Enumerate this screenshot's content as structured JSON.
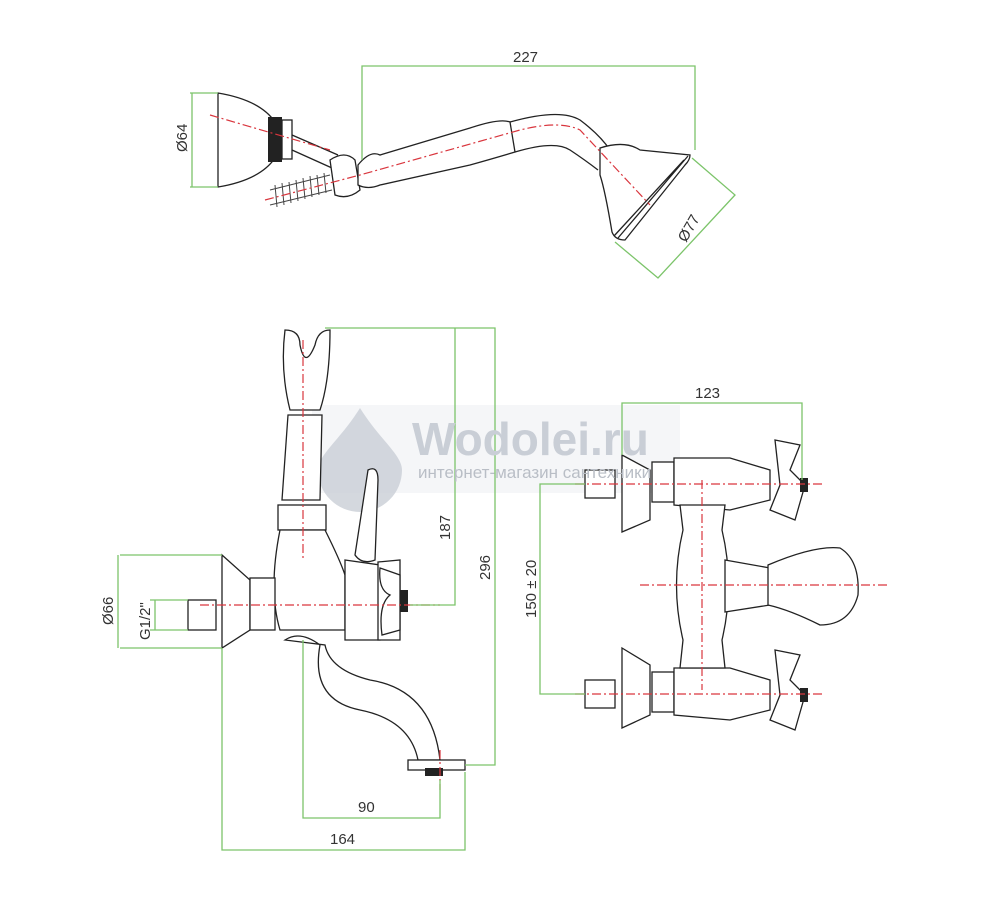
{
  "dimensions": {
    "handshower_length": "227",
    "holder_diameter": "Ø64",
    "head_diameter": "Ø77",
    "holder_height": "187",
    "total_height": "296",
    "flange_diameter": "Ø66",
    "thread": "G1/2\"",
    "spout_reach": "90",
    "total_depth": "164",
    "center_width": "123",
    "center_distance": "150 ± 20"
  },
  "watermark": {
    "brand": "Wodolei.ru",
    "tagline": "интернет-магазин сантехники"
  },
  "colors": {
    "dimension": "#7cc46a",
    "centerline": "#d9363e"
  }
}
